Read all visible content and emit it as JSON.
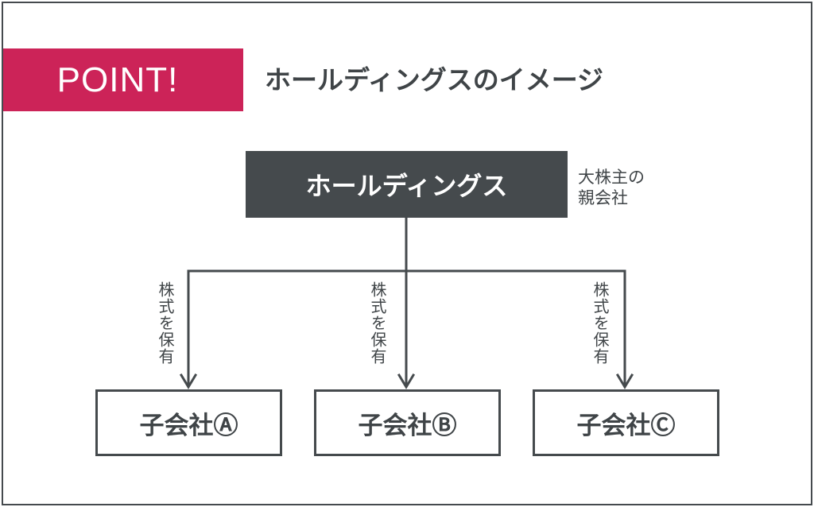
{
  "header": {
    "badge": "POINT!",
    "title": "ホールディングスのイメージ"
  },
  "diagram": {
    "parent": {
      "label": "ホールディングス",
      "note_lines": [
        "大株主の",
        "親会社"
      ]
    },
    "edge_label": "株式を保有",
    "subsidiaries": [
      {
        "label": "子会社Ⓐ"
      },
      {
        "label": "子会社Ⓑ"
      },
      {
        "label": "子会社Ⓒ"
      }
    ]
  },
  "colors": {
    "accent": "#cc2358",
    "dark": "#454a4d",
    "text": "#3f4447",
    "background": "#ffffff"
  }
}
